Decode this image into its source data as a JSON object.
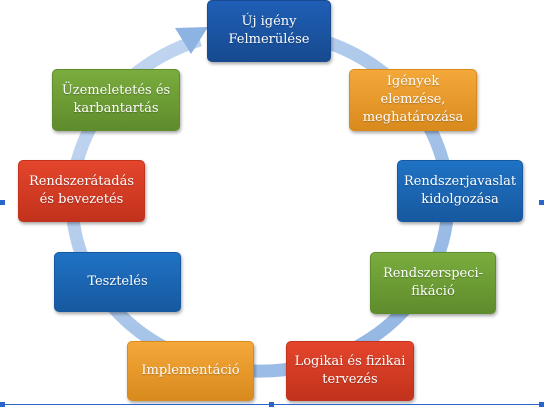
{
  "diagram": {
    "ring_color": "#8db3e2",
    "ring_color_light": "#c6d9f1",
    "steps": [
      {
        "id": "uj-igeny",
        "text": "Új igény\nFelmerülése",
        "color": "#1f5fb6",
        "color_dark": "#174a8f"
      },
      {
        "id": "igenyek-elemzese",
        "text": "Igények elemzése,\nmeghatározása",
        "color": "#f5a83a",
        "color_dark": "#d98a1d"
      },
      {
        "id": "rendszerjavaslat",
        "text": "Rendszerjavaslat\nkidolgozása",
        "color": "#1f72c4",
        "color_dark": "#1759a0"
      },
      {
        "id": "rendszerspecifikacio",
        "text": "Rendszerspeci-\nfikáció",
        "color": "#7aac3e",
        "color_dark": "#5f8c2c"
      },
      {
        "id": "logikai-fizikai",
        "text": "Logikai és fizikai\ntervezés",
        "color": "#e4452c",
        "color_dark": "#c2321c"
      },
      {
        "id": "implementacio",
        "text": "Implementáció",
        "color": "#f5a83a",
        "color_dark": "#d98a1d"
      },
      {
        "id": "teszteles",
        "text": "Tesztelés",
        "color": "#1f72c4",
        "color_dark": "#1759a0"
      },
      {
        "id": "rendszeratadas",
        "text": "Rendszerátadás\nés bevezetés",
        "color": "#e4452c",
        "color_dark": "#c2321c"
      },
      {
        "id": "uzemeltetes",
        "text": "Üzemeletetés és\nkarbantartás",
        "color": "#7aac3e",
        "color_dark": "#5f8c2c"
      }
    ],
    "selection_color": "#2a66c9"
  }
}
